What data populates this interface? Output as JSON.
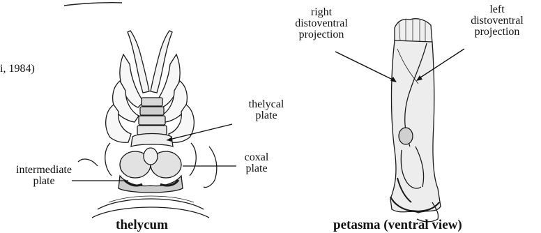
{
  "citation_fragment": "i, 1984)",
  "left_figure": {
    "caption": "thelycum",
    "labels": {
      "thelycal_plate": [
        "thelycal",
        "plate"
      ],
      "coxal_plate": [
        "coxal",
        "plate"
      ],
      "intermediate_plate": [
        "intermediate",
        "plate"
      ]
    }
  },
  "right_figure": {
    "caption": "petasma (ventral view)",
    "labels": {
      "right_projection": [
        "right",
        "distoventral",
        "projection"
      ],
      "left_projection": [
        "left",
        "distoventral",
        "projection"
      ]
    }
  }
}
